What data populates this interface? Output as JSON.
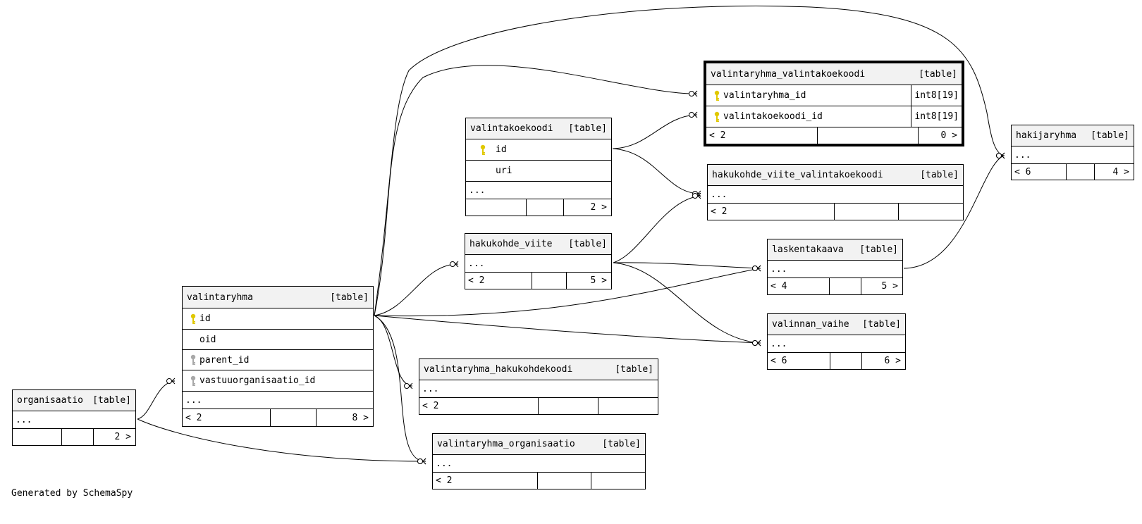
{
  "tables": {
    "organisaatio": {
      "name": "organisaatio",
      "tag": "[table]",
      "more": "...",
      "parents": "",
      "children": "2 >"
    },
    "valintaryhma": {
      "name": "valintaryhma",
      "tag": "[table]",
      "columns": [
        {
          "name": "id",
          "key": "primary"
        },
        {
          "name": "oid",
          "key": ""
        },
        {
          "name": "parent_id",
          "key": "foreign"
        },
        {
          "name": "vastuuorganisaatio_id",
          "key": "foreign"
        }
      ],
      "more": "...",
      "parents": "< 2",
      "children": "8 >"
    },
    "valintakoekoodi": {
      "name": "valintakoekoodi",
      "tag": "[table]",
      "columns": [
        {
          "name": "id",
          "key": "primary"
        },
        {
          "name": "uri",
          "key": ""
        }
      ],
      "more": "...",
      "parents": "",
      "children": "2 >"
    },
    "hakukohde_viite": {
      "name": "hakukohde_viite",
      "tag": "[table]",
      "more": "...",
      "parents": "< 2",
      "children": "5 >"
    },
    "valintaryhma_valintakoekoodi": {
      "name": "valintaryhma_valintakoekoodi",
      "tag": "[table]",
      "columns": [
        {
          "name": "valintaryhma_id",
          "key": "primary",
          "type": "int8[19]"
        },
        {
          "name": "valintakoekoodi_id",
          "key": "primary",
          "type": "int8[19]"
        }
      ],
      "parents": "< 2",
      "children": "0 >"
    },
    "hakukohde_viite_valintakoekoodi": {
      "name": "hakukohde_viite_valintakoekoodi",
      "tag": "[table]",
      "more": "...",
      "parents": "< 2",
      "children": ""
    },
    "hakijaryhma": {
      "name": "hakijaryhma",
      "tag": "[table]",
      "more": "...",
      "parents": "< 6",
      "children": "4 >"
    },
    "laskentakaava": {
      "name": "laskentakaava",
      "tag": "[table]",
      "more": "...",
      "parents": "< 4",
      "children": "5 >"
    },
    "valinnan_vaihe": {
      "name": "valinnan_vaihe",
      "tag": "[table]",
      "more": "...",
      "parents": "< 6",
      "children": "6 >"
    },
    "valintaryhma_hakukohdekoodi": {
      "name": "valintaryhma_hakukohdekoodi",
      "tag": "[table]",
      "more": "...",
      "parents": "< 2",
      "children": ""
    },
    "valintaryhma_organisaatio": {
      "name": "valintaryhma_organisaatio",
      "tag": "[table]",
      "more": "...",
      "parents": "< 2",
      "children": ""
    }
  },
  "key_colors": {
    "primary": "#e0c800",
    "foreign": "#a8a8a8"
  },
  "footer": "Generated by SchemaSpy"
}
